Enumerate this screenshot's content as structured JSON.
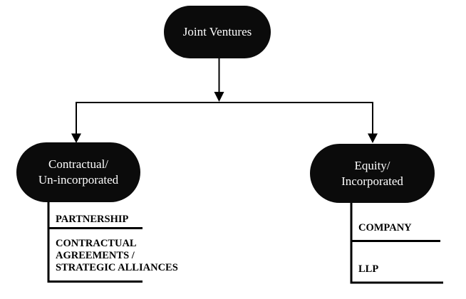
{
  "title": "Joint Ventures classification diagram",
  "colors": {
    "background": "#ffffff",
    "node_fill": "#0b0b0b",
    "node_text": "#ffffff",
    "line": "#000000",
    "label_text": "#000000"
  },
  "nodes": {
    "root": {
      "label": "Joint Ventures"
    },
    "left": {
      "line1": "Contractual/",
      "line2": "Un-incorporated"
    },
    "right": {
      "line1": "Equity/",
      "line2": "Incorporated"
    }
  },
  "left_children": [
    {
      "label": "PARTNERSHIP"
    },
    {
      "label": "CONTRACTUAL AGREEMENTS / STRATEGIC ALLIANCES"
    }
  ],
  "right_children": [
    {
      "label": "COMPANY"
    },
    {
      "label": "LLP"
    }
  ]
}
